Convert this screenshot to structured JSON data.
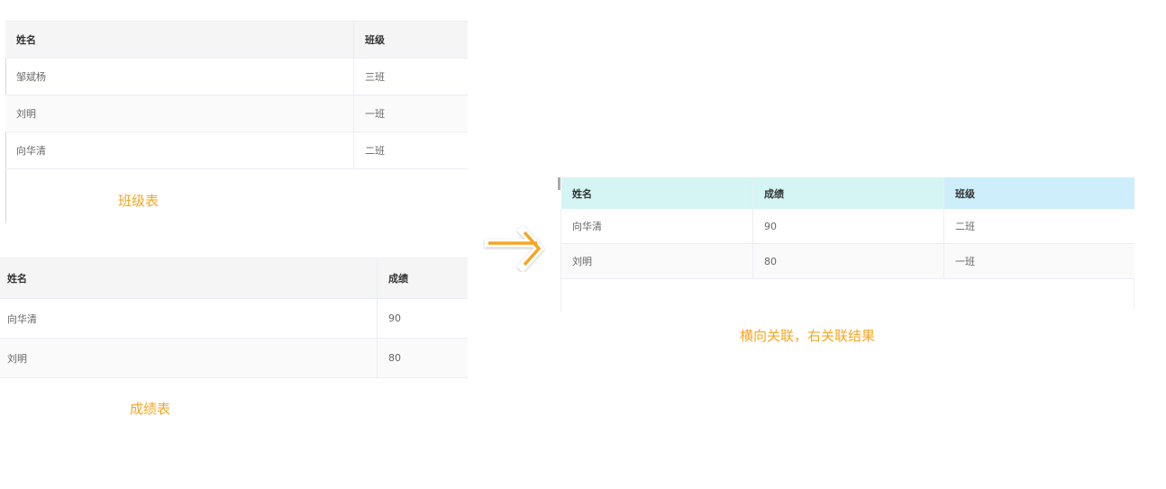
{
  "class_table": {
    "headers": [
      "姓名",
      "班级"
    ],
    "rows": [
      [
        "邹斌杨",
        "三班"
      ],
      [
        "刘明",
        "一班"
      ],
      [
        "向华清",
        "二班"
      ]
    ],
    "caption": "班级表"
  },
  "score_table": {
    "headers": [
      "姓名",
      "成绩"
    ],
    "rows": [
      [
        "向华清",
        "90"
      ],
      [
        "刘明",
        "80"
      ]
    ],
    "caption": "成绩表"
  },
  "result_table": {
    "headers": [
      "姓名",
      "成绩",
      "班级"
    ],
    "rows": [
      [
        "向华清",
        "90",
        "二班"
      ],
      [
        "刘明",
        "80",
        "一班"
      ]
    ],
    "caption": "横向关联，右关联结果"
  },
  "arrow": {
    "icon": "right-arrow-icon",
    "color": "#f5a623"
  },
  "colors": {
    "caption": "#f5a623",
    "header_bg": "#f5f5f5",
    "result_header_bg_1": "#d4f5f4",
    "result_header_bg_2": "#cdeefa"
  }
}
